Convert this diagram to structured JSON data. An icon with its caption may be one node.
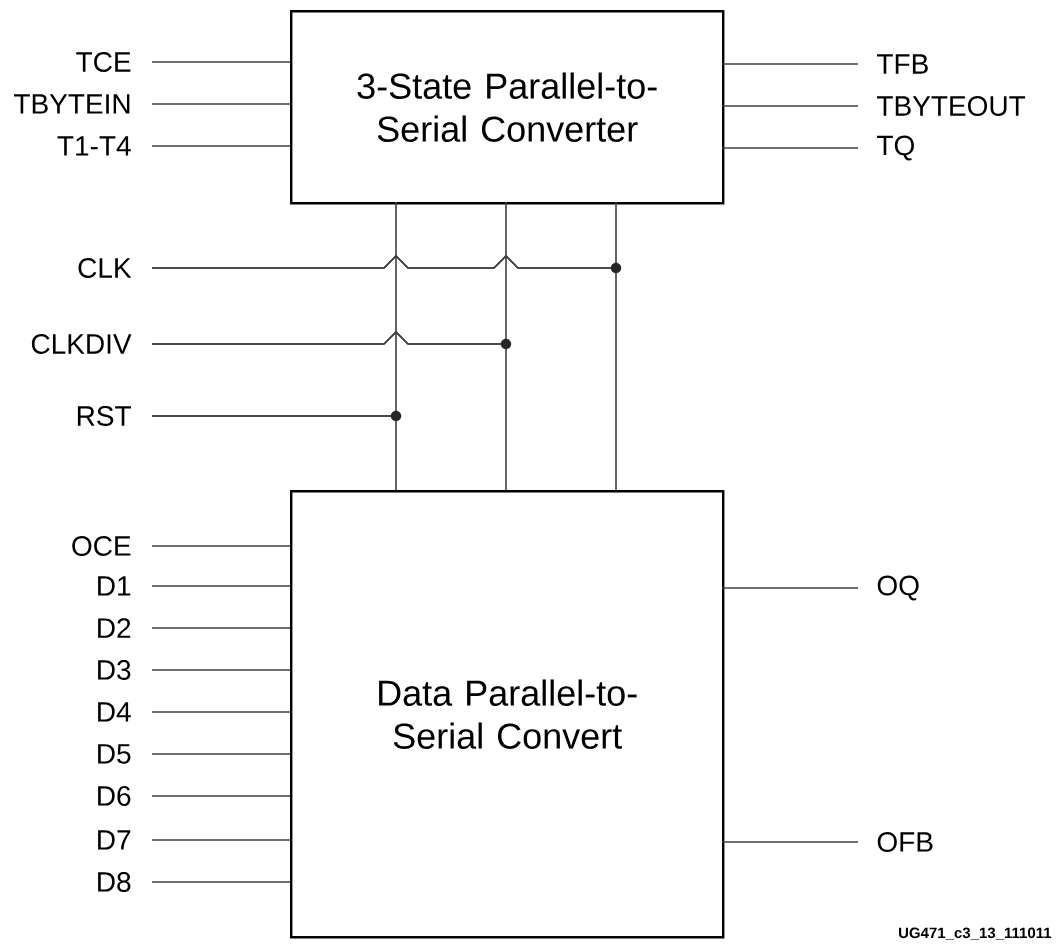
{
  "diagram": {
    "nodes": [
      {
        "text": [
          "3-State Parallel-to-Serial Converter"
        ]
      },
      {
        "text": [
          "TCE"
        ]
      },
      {
        "text": [
          "TBYTEIN"
        ]
      },
      {
        "text": [
          "T1-T4"
        ]
      },
      {
        "text": [
          "TFB"
        ]
      },
      {
        "text": [
          "TBYTEOUT"
        ]
      },
      {
        "text": [
          "TQ"
        ]
      },
      {
        "text": [
          "CLK"
        ]
      },
      {
        "text": [
          "CLKDIV"
        ]
      },
      {
        "text": [
          "RST"
        ]
      },
      {
        "text": [
          "Data Parallel-to-Serial Convert"
        ]
      },
      {
        "text": [
          "OCE"
        ]
      },
      {
        "text": [
          "D1"
        ]
      },
      {
        "text": [
          "D2"
        ]
      },
      {
        "text": [
          "D3"
        ]
      },
      {
        "text": [
          "D4"
        ]
      },
      {
        "text": [
          "D5"
        ]
      },
      {
        "text": [
          "D6"
        ]
      },
      {
        "text": [
          "D7"
        ]
      },
      {
        "text": [
          "D8"
        ]
      },
      {
        "text": [
          "OQ"
        ]
      },
      {
        "text": [
          "OFB"
        ]
      }
    ],
    "edges": [
      {
        "from": 1,
        "to": 0,
        "arrow": "none"
      },
      {
        "from": 2,
        "to": 0,
        "arrow": "none"
      },
      {
        "from": 3,
        "to": 0,
        "arrow": "none"
      },
      {
        "from": 0,
        "to": 4,
        "arrow": "none"
      },
      {
        "from": 0,
        "to": 5,
        "arrow": "none"
      },
      {
        "from": 0,
        "to": 6,
        "arrow": "none"
      },
      {
        "from": 7,
        "to": 0,
        "arrow": "none"
      },
      {
        "from": 7,
        "to": 10,
        "arrow": "none"
      },
      {
        "from": 8,
        "to": 0,
        "arrow": "none"
      },
      {
        "from": 8,
        "to": 10,
        "arrow": "none"
      },
      {
        "from": 9,
        "to": 0,
        "arrow": "none"
      },
      {
        "from": 9,
        "to": 10,
        "arrow": "none"
      },
      {
        "from": 11,
        "to": 10,
        "arrow": "none"
      },
      {
        "from": 12,
        "to": 10,
        "arrow": "none"
      },
      {
        "from": 13,
        "to": 10,
        "arrow": "none"
      },
      {
        "from": 14,
        "to": 10,
        "arrow": "none"
      },
      {
        "from": 15,
        "to": 10,
        "arrow": "none"
      },
      {
        "from": 16,
        "to": 10,
        "arrow": "none"
      },
      {
        "from": 17,
        "to": 10,
        "arrow": "none"
      },
      {
        "from": 18,
        "to": 10,
        "arrow": "none"
      },
      {
        "from": 19,
        "to": 10,
        "arrow": "none"
      },
      {
        "from": 10,
        "to": 20,
        "arrow": "none"
      },
      {
        "from": 10,
        "to": 21,
        "arrow": "none"
      }
    ],
    "labels": [
      "UG471_c3_13_111011"
    ]
  }
}
